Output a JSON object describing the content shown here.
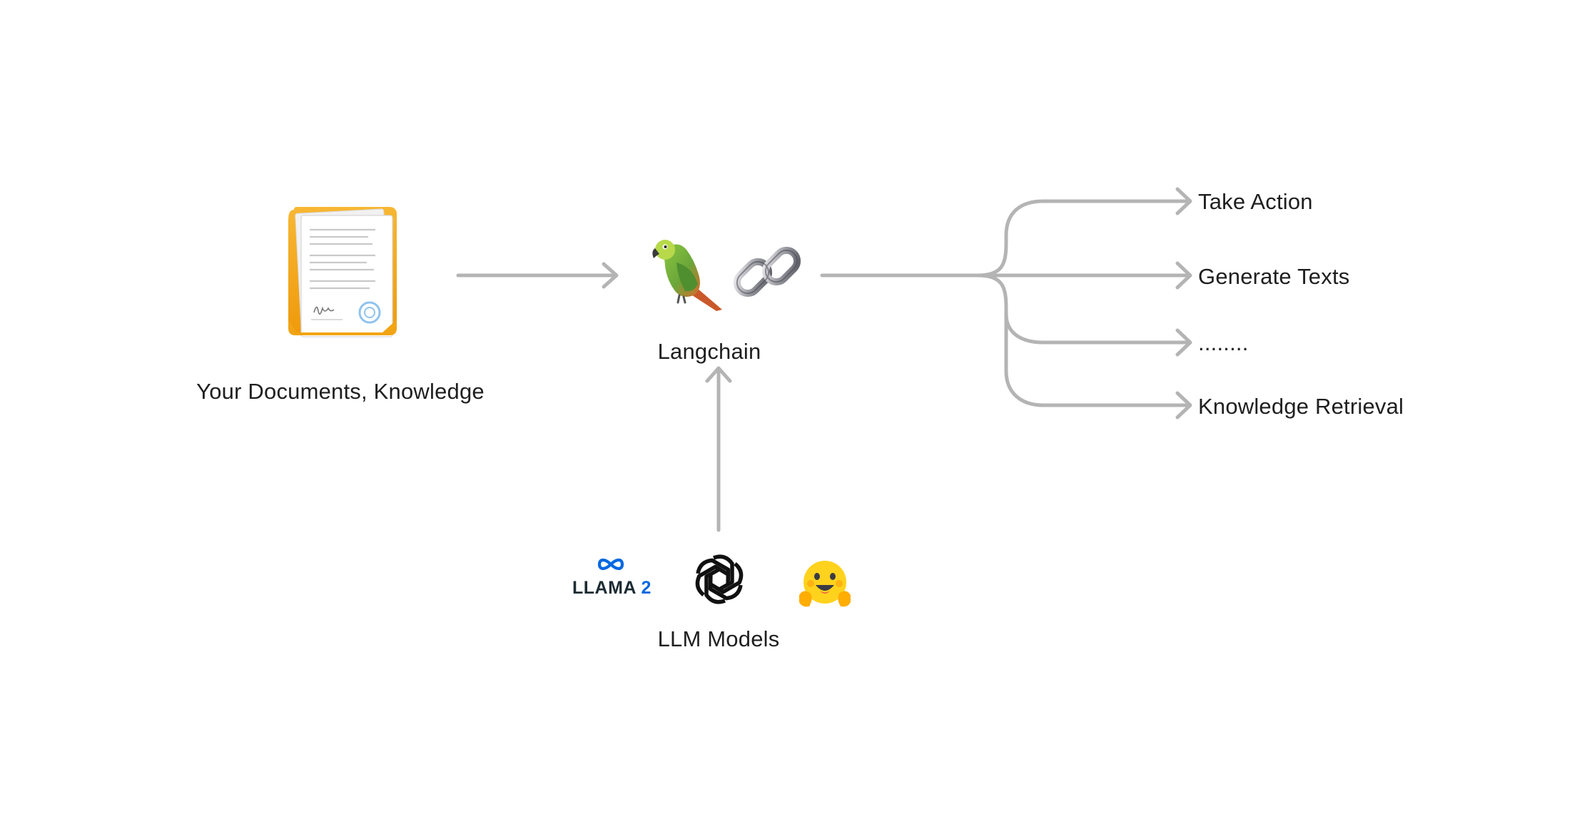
{
  "diagram": {
    "source": {
      "label": "Your Documents, Knowledge",
      "icon": "document-folder-icon"
    },
    "hub": {
      "label": "Langchain",
      "icons": [
        "parrot-icon",
        "chain-link-icon"
      ]
    },
    "models": {
      "label": "LLM Models",
      "llama_word": "LLAMA",
      "llama_number": "2",
      "icons": [
        "meta-llama-2-logo",
        "openai-logo-icon",
        "hugging-face-icon"
      ]
    },
    "outputs": [
      {
        "label": "Take Action"
      },
      {
        "label": "Generate Texts"
      },
      {
        "label": "........"
      },
      {
        "label": "Knowledge Retrieval"
      }
    ],
    "colors": {
      "arrow": "#b4b4b4",
      "text": "#1f1f1f",
      "folder": "#f3a712",
      "meta_blue": "#0668e1",
      "llama_dark": "#1c2b33"
    }
  }
}
